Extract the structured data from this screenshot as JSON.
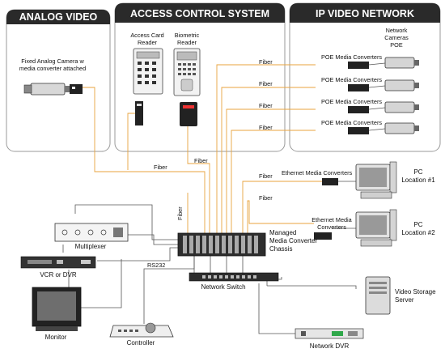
{
  "headers": {
    "analog": "ANALOG VIDEO",
    "access": "ACCESS CONTROL SYSTEM",
    "ipvideo": "IP VIDEO NETWORK"
  },
  "labels": {
    "fixed_camera": [
      "Fixed Analog Camera w",
      "media converter attached"
    ],
    "access_card_reader": [
      "Access Card",
      "Reader"
    ],
    "biometric_reader": [
      "Biometric",
      "Reader"
    ],
    "network_cameras": [
      "Network",
      "Cameras",
      "POE"
    ],
    "poe_media_converters": "POE Media Converters",
    "ethernet_media_converters": "Ethernet Media Converters",
    "ethernet_media_converters_2": [
      "Ethernet Media",
      "Converters"
    ],
    "pc1": [
      "PC",
      "Location  #1"
    ],
    "pc2": [
      "PC",
      "Location  #2"
    ],
    "multiplexer": "Multiplexer",
    "vcr": "VCR or DVR",
    "monitor": "Monitor",
    "controller": "Controller",
    "chassis": [
      "Managed",
      "Media Converter",
      "Chassis"
    ],
    "rs232": "RS232",
    "network_switch": "Network Switch",
    "storage_server": [
      "Video Storage",
      "Server"
    ],
    "network_dvr": "Network DVR",
    "fiber": "Fiber"
  },
  "colors": {
    "header_bg": "#2a2a2a",
    "fiber": "#e8a33d",
    "cable": "#555555",
    "box_border": "#9a9a9a"
  }
}
